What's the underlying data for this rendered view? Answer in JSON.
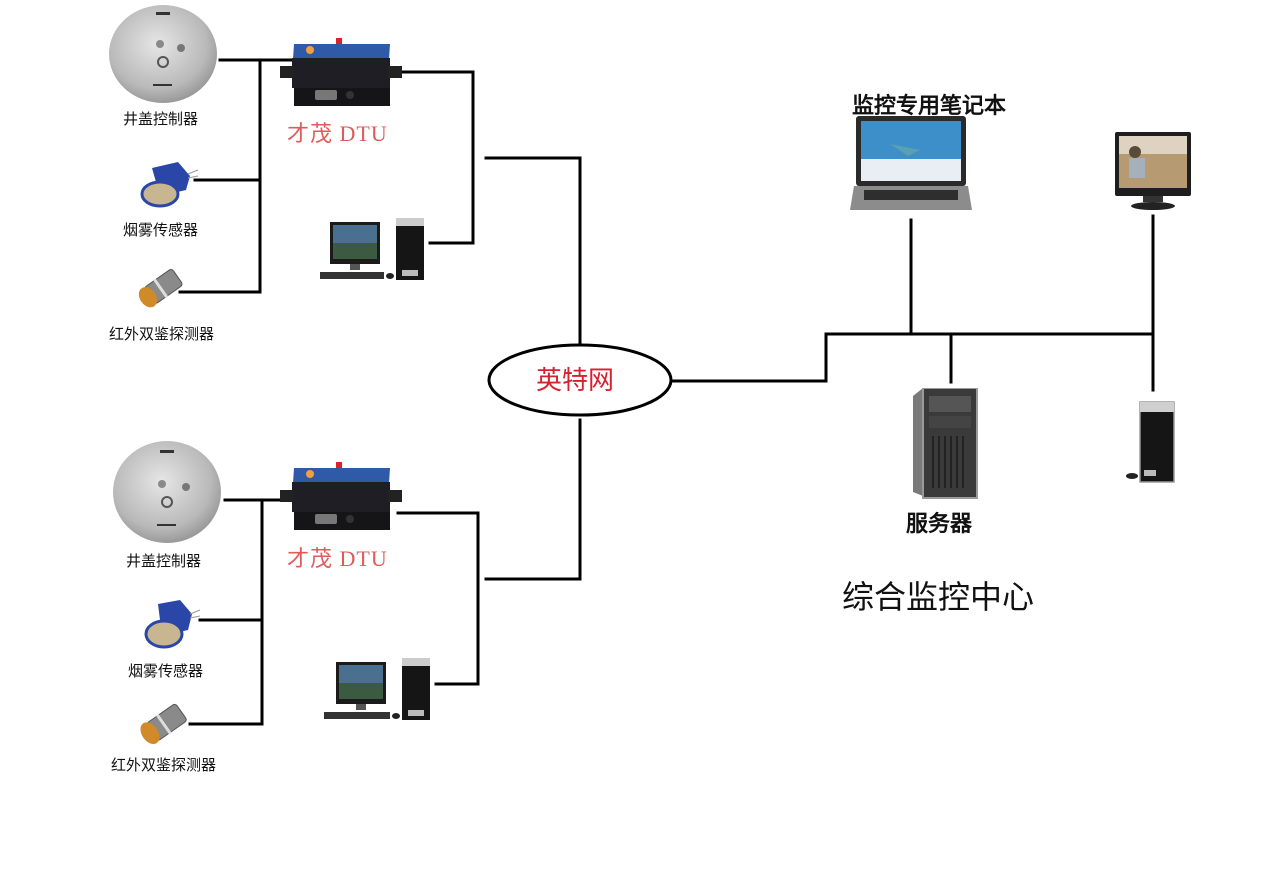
{
  "diagram": {
    "network": {
      "label": "英特网",
      "label_color": "#d4232f"
    },
    "sites": [
      {
        "dtu_label": "才茂 DTU",
        "devices": [
          {
            "label": "井盖控制器",
            "icon": "manhole-cover-controller-icon"
          },
          {
            "label": "烟雾传感器",
            "icon": "smoke-sensor-icon"
          },
          {
            "label": "红外双鉴探测器",
            "icon": "infrared-dual-detector-icon"
          }
        ],
        "workstation_icon": "desktop-computer-icon"
      },
      {
        "dtu_label": "才茂 DTU",
        "devices": [
          {
            "label": "井盖控制器",
            "icon": "manhole-cover-controller-icon"
          },
          {
            "label": "烟雾传感器",
            "icon": "smoke-sensor-icon"
          },
          {
            "label": "红外双鉴探测器",
            "icon": "infrared-dual-detector-icon"
          }
        ],
        "workstation_icon": "desktop-computer-icon"
      }
    ],
    "center": {
      "title": "综合监控中心",
      "laptop_label": "监控专用笔记本",
      "server_label": "服务器",
      "monitor_icon": "video-monitor-icon",
      "client_icon": "tower-pc-icon"
    },
    "colors": {
      "dtu_label": "#e05a5a",
      "wire": "#000000",
      "dtu_body": "#2f5aa8"
    }
  }
}
